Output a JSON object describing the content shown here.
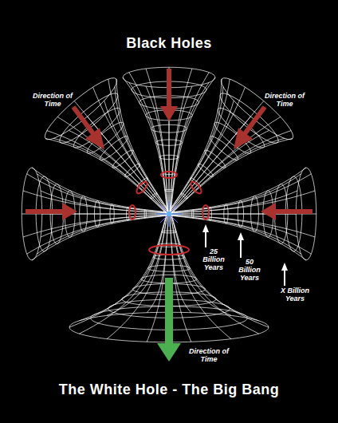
{
  "diagram": {
    "title": "Black Holes",
    "caption": "The White Hole - The Big Bang",
    "labels": [
      "Direction of Time",
      "Direction of Time",
      "25 Billion Years",
      "50 Billion Years",
      "X Billion Years",
      "Direction of Time"
    ]
  }
}
